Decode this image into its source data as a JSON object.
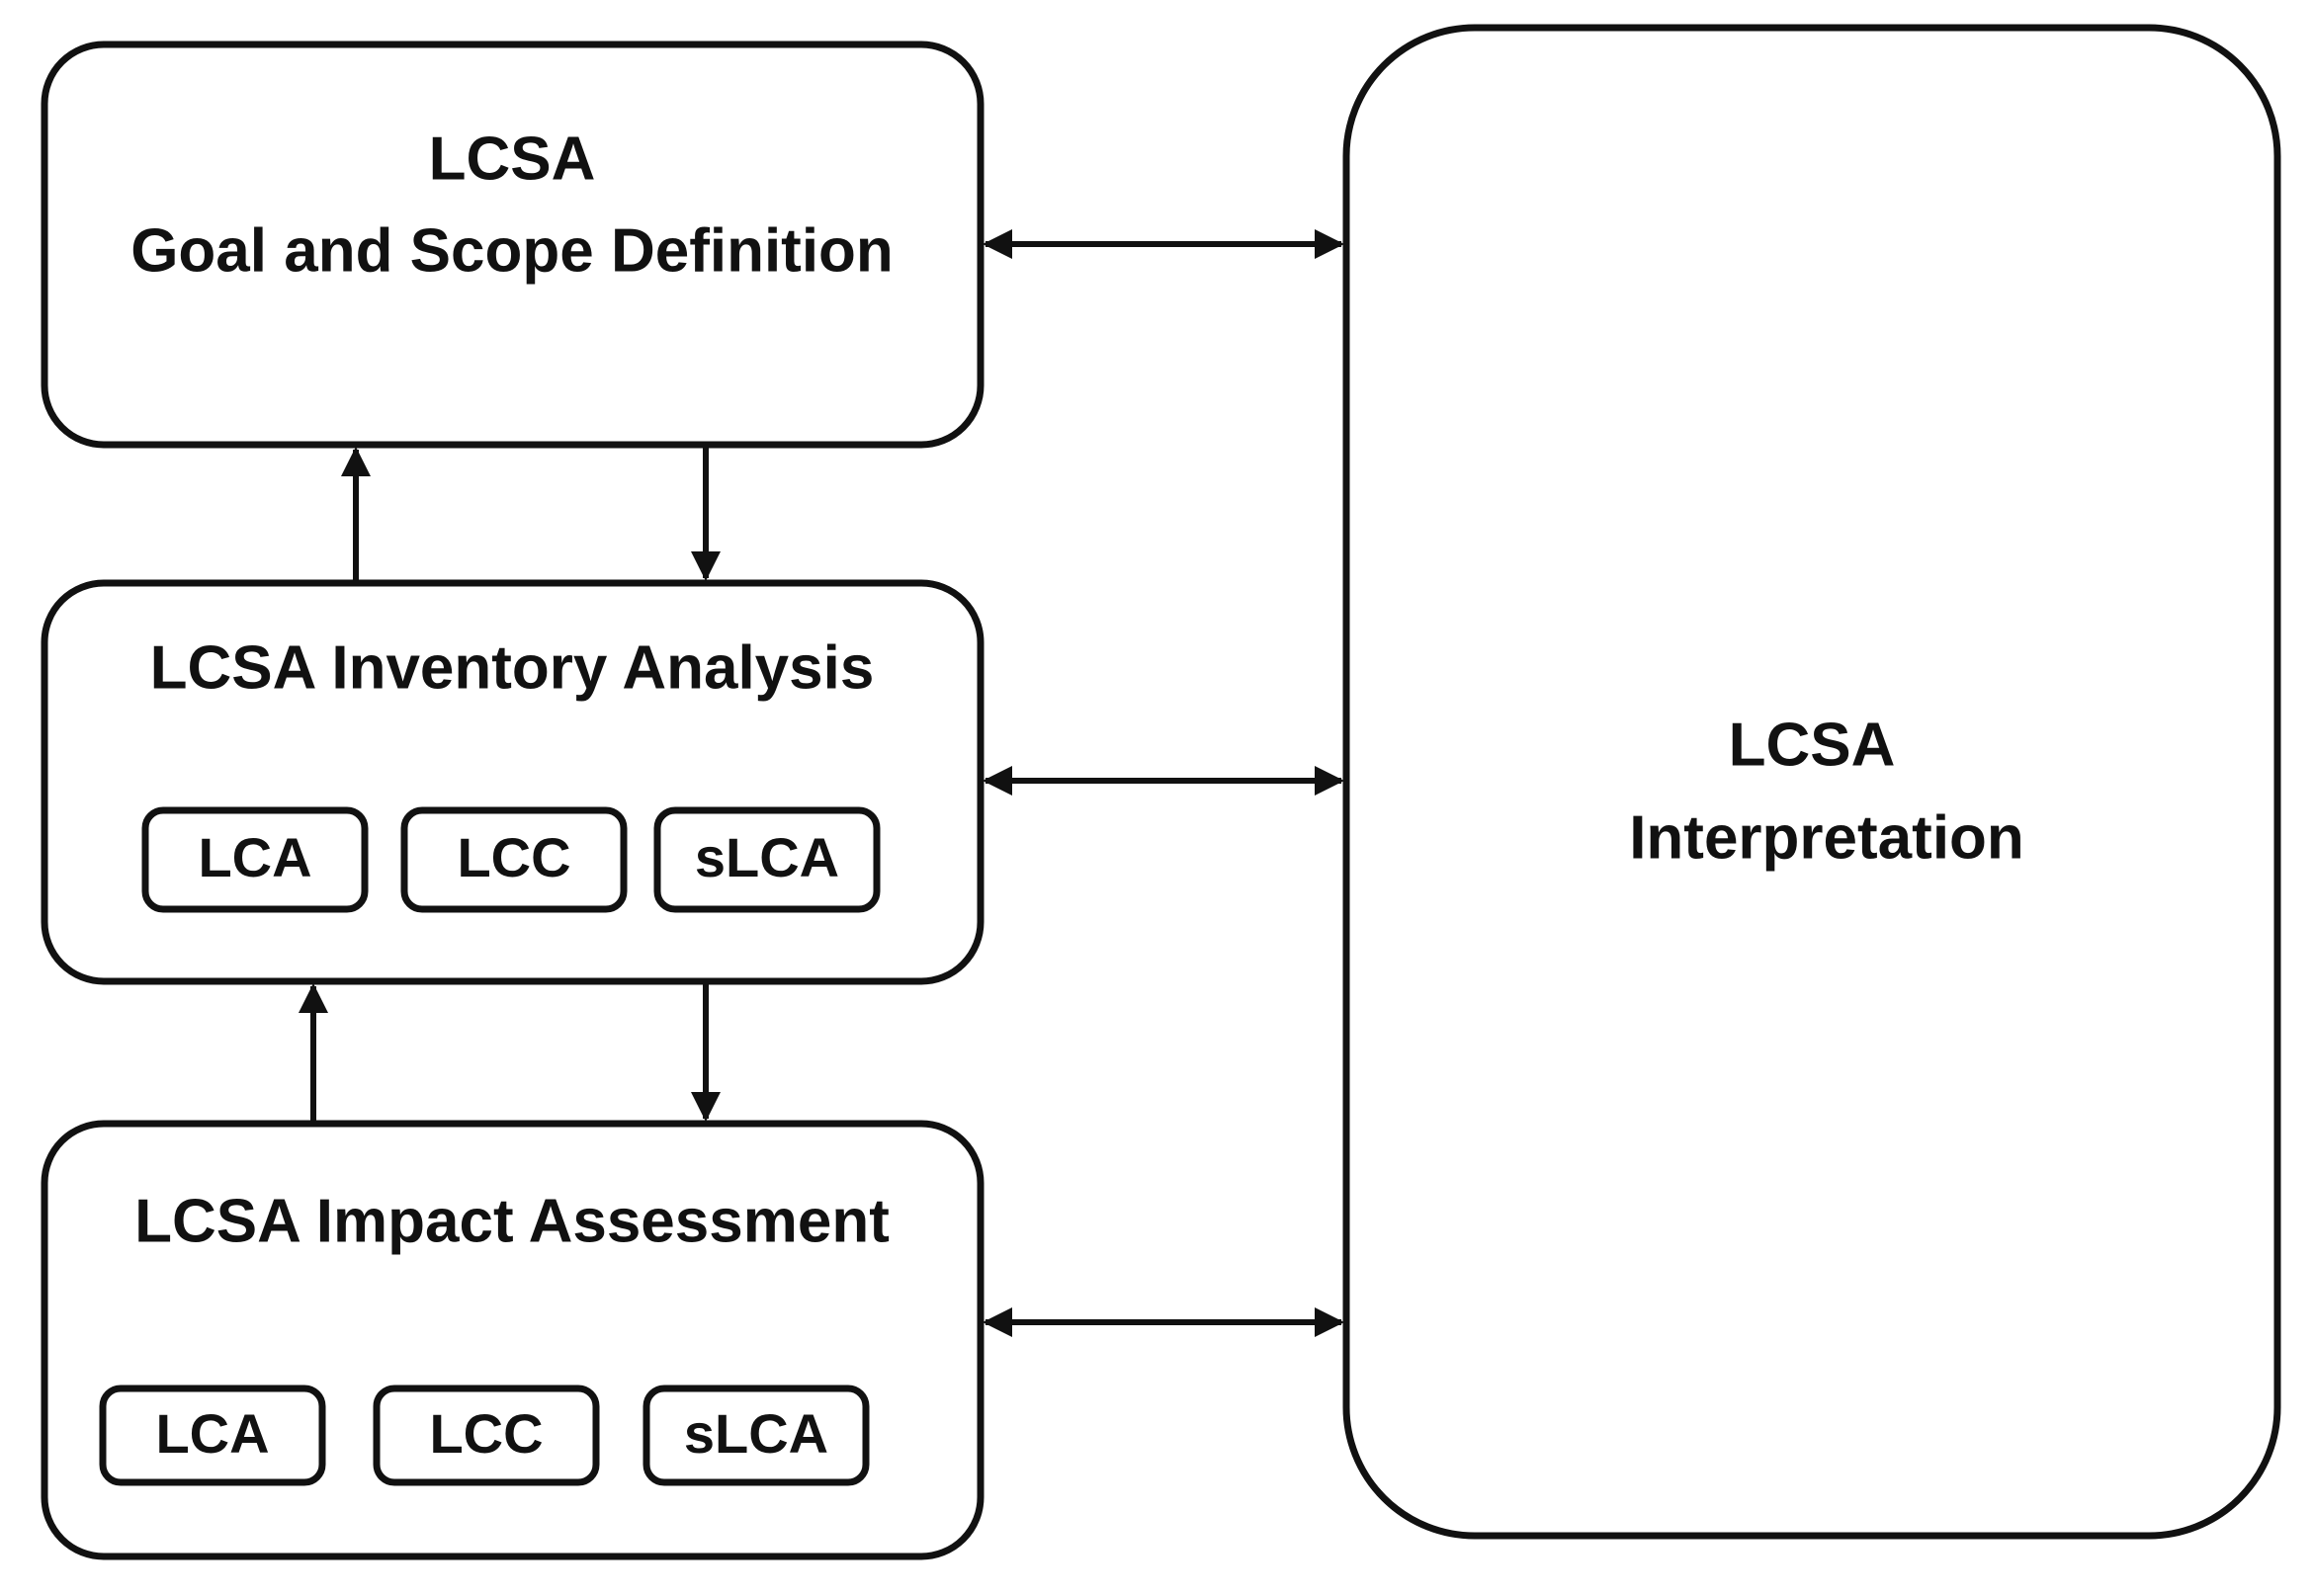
{
  "boxes": {
    "goal_scope": {
      "line1": "LCSA",
      "line2": "Goal and Scope Definition"
    },
    "inventory": {
      "title": "LCSA Inventory Analysis",
      "methods": [
        "LCA",
        "LCC",
        "sLCA"
      ]
    },
    "impact": {
      "title": "LCSA Impact Assessment",
      "methods": [
        "LCA",
        "LCC",
        "sLCA"
      ]
    },
    "interpretation": {
      "line1": "LCSA",
      "line2": "Interpretation"
    }
  },
  "colors": {
    "stroke": "#111111",
    "background": "#ffffff"
  }
}
